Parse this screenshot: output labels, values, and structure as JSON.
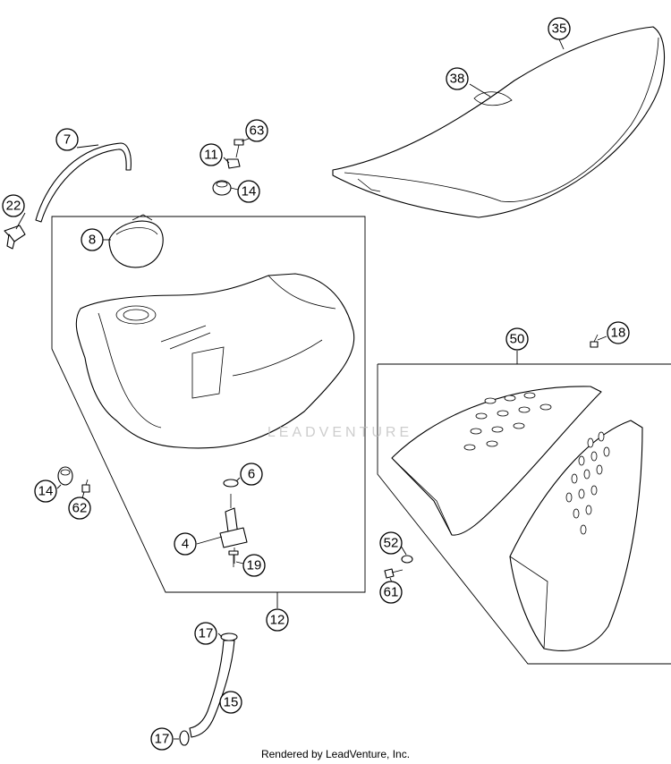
{
  "title": "",
  "watermark": "LEADVENTURE",
  "footer": "Rendered by LeadVenture, Inc.",
  "callouts": {
    "c35": "35",
    "c38": "38",
    "c7": "7",
    "c63": "63",
    "c11": "11",
    "c14a": "14",
    "c22": "22",
    "c8": "8",
    "c50": "50",
    "c18": "18",
    "c6": "6",
    "c14b": "14",
    "c62": "62",
    "c4": "4",
    "c19": "19",
    "c52": "52",
    "c61": "61",
    "c12": "12",
    "c17a": "17",
    "c15": "15",
    "c17b": "17"
  }
}
